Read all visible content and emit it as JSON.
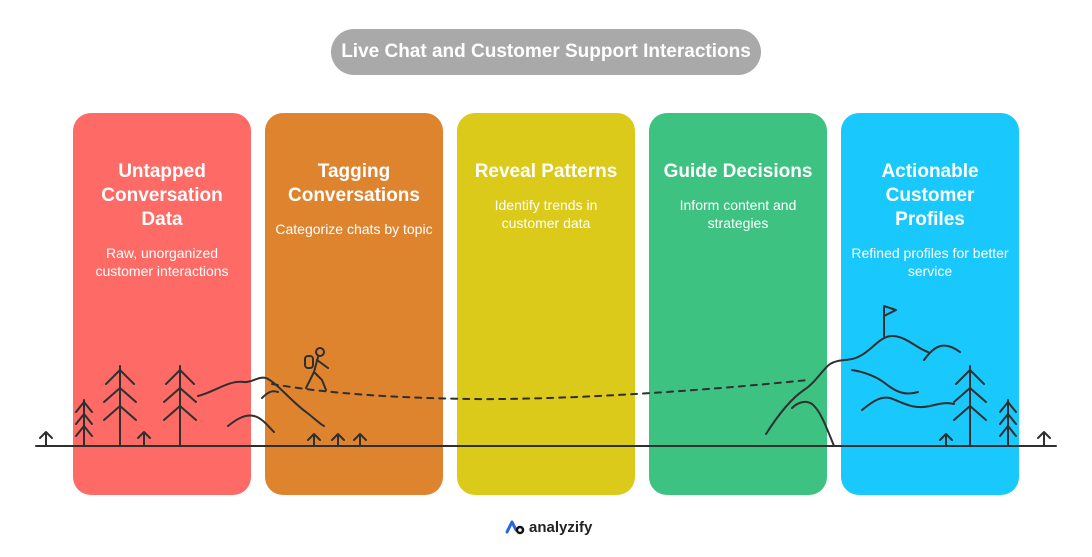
{
  "title": "Live Chat and Customer Support Interactions",
  "stages": [
    {
      "title": "Untapped Conversation Data",
      "description": "Raw, unorganized customer interactions",
      "color": "#fe6b66"
    },
    {
      "title": "Tagging Conversations",
      "description": "Categorize chats by topic",
      "color": "#de842f"
    },
    {
      "title": "Reveal Patterns",
      "description": "Identify trends in customer data",
      "color": "#dbca19"
    },
    {
      "title": "Guide Decisions",
      "description": "Inform content and strategies",
      "color": "#3ec282"
    },
    {
      "title": "Actionable Customer Profiles",
      "description": "Refined profiles for better service",
      "color": "#19c8fd"
    }
  ],
  "icons": [
    "tree-icon",
    "hiker-icon",
    "mountain-icon",
    "flag-icon",
    "grass-icon"
  ],
  "brand": {
    "name": "analyzify",
    "accent": "#2563eb"
  }
}
